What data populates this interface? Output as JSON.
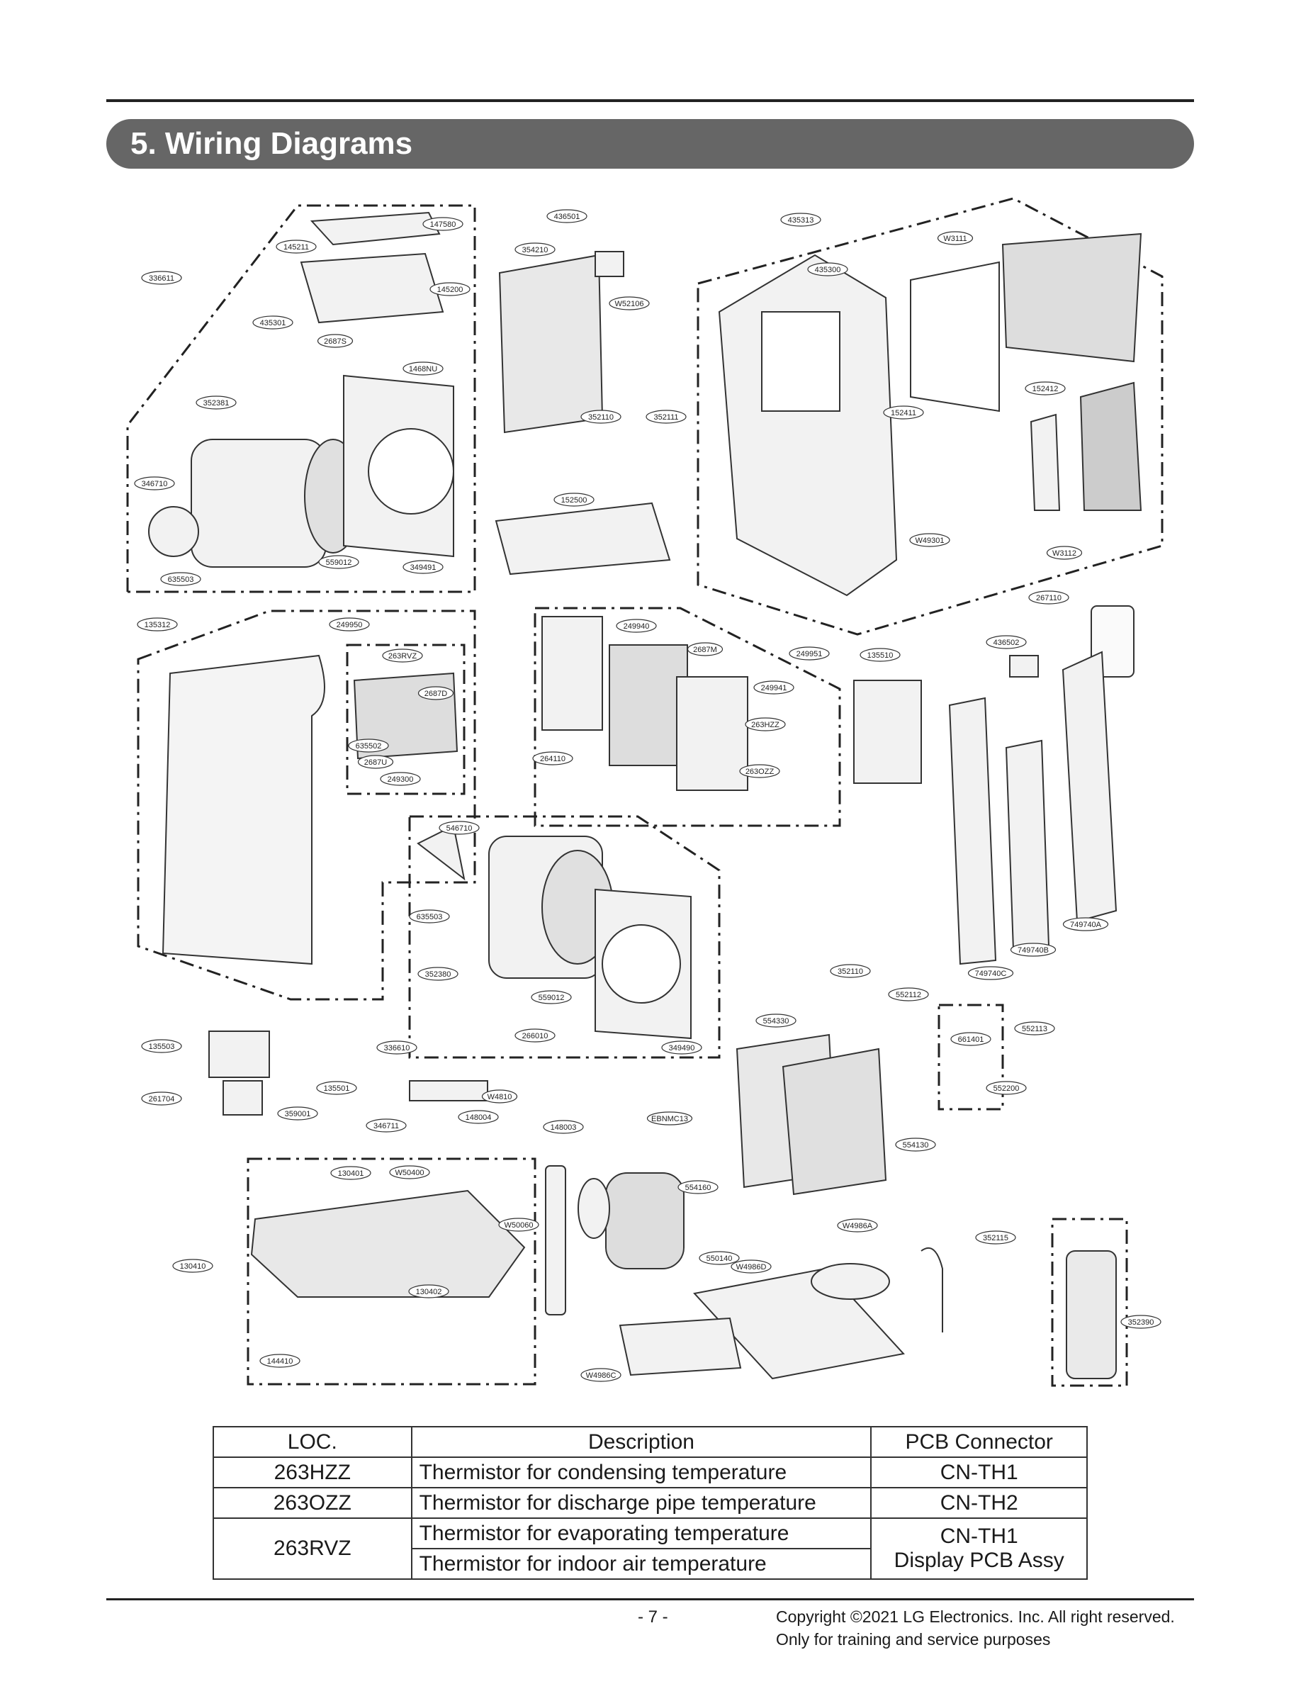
{
  "header": {
    "title": "5. Wiring Diagrams"
  },
  "parts": [
    "147580",
    "145211",
    "336611",
    "145200",
    "435301",
    "2687S",
    "1468NU",
    "352381",
    "346710",
    "559012",
    "349491",
    "635503",
    "436501",
    "354210",
    "W52106",
    "352110",
    "352111",
    "152500",
    "435313",
    "W3111",
    "435300",
    "152412",
    "152411",
    "W49301",
    "W3112",
    "267110",
    "135312",
    "249950",
    "263RVZ",
    "2687D",
    "635502",
    "2687U",
    "249300",
    "249940",
    "2687M",
    "249951",
    "135510",
    "436502",
    "249941",
    "263HZZ",
    "264110",
    "263OZZ",
    "546710",
    "635503",
    "352380",
    "559012",
    "349490",
    "336610",
    "266010",
    "352110",
    "552112",
    "554330",
    "661401",
    "552113",
    "552200",
    "554130",
    "749740A",
    "749740B",
    "749740C",
    "135503",
    "261704",
    "135501",
    "W4810",
    "359001",
    "346711",
    "148004",
    "148003",
    "EBNMC13",
    "130401",
    "W50400",
    "W50060",
    "554160",
    "550140",
    "W4986D",
    "W4986A",
    "352115",
    "130410",
    "130402",
    "144410",
    "W4986C",
    "352390"
  ],
  "table": {
    "headers": [
      "LOC.",
      "Description",
      "PCB Connector"
    ],
    "rows": [
      {
        "loc": "263HZZ",
        "desc": "Thermistor for condensing temperature",
        "pcb": "CN-TH1"
      },
      {
        "loc": "263OZZ",
        "desc": "Thermistor for discharge pipe temperature",
        "pcb": "CN-TH2"
      },
      {
        "loc": "263RVZ",
        "desc": "Thermistor for evaporating temperature",
        "pcb": "CN-TH1"
      },
      {
        "desc": "Thermistor for indoor air temperature",
        "pcb": "Display PCB Assy"
      }
    ]
  },
  "footer": {
    "page": "- 7 -",
    "copyright": "Copyright ©2021 LG Electronics. Inc. All right reserved.",
    "purpose": "Only for training and service purposes"
  }
}
